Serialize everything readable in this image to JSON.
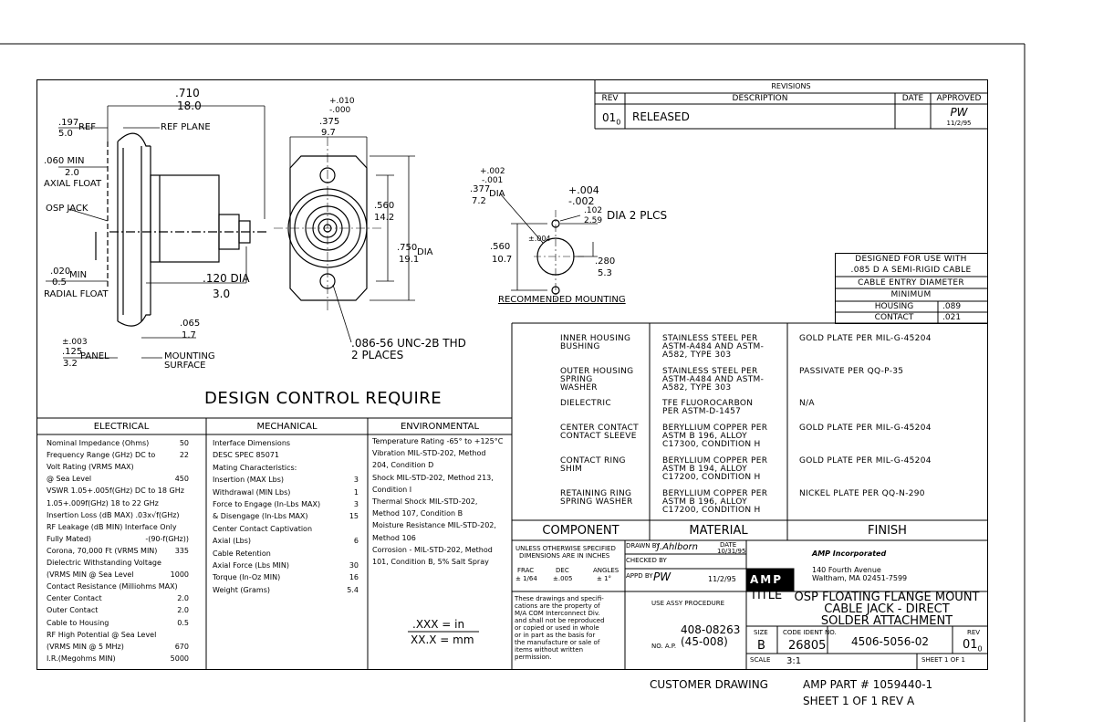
{
  "revisions": {
    "title": "REVISIONS",
    "col_rev": "REV",
    "col_desc": "DESCRIPTION",
    "col_date": "DATE",
    "col_approved": "APPROVED",
    "rev": "01",
    "rev_sub": "0",
    "desc": "RELEASED",
    "approved_sig": "PW",
    "approved_date": "11/2/95"
  },
  "dims": {
    "d710": ".710",
    "d18": "18.0",
    "d197": ".197",
    "d5": "5.0",
    "ref": "REF",
    "ref_plane": "REF PLANE",
    "d060": ".060 MIN",
    "d2": "2.0",
    "axial": "AXIAL FLOAT",
    "osp_jack": "OSP JACK",
    "d020": ".020",
    "min": "MIN",
    "d05": "0.5",
    "radial": "RADIAL FLOAT",
    "d120": ".120 DIA",
    "d30": "3.0",
    "d065": ".065",
    "d17": "1.7",
    "d003": "±.003",
    "d125": ".125",
    "panel": "PANEL",
    "d32": "3.2",
    "mounting": "MOUNTING",
    "surface": "SURFACE",
    "tol_plus": "+.010",
    "tol_minus": "-.000",
    "d375": ".375",
    "d97": "9.7",
    "d560": ".560",
    "d142": "14.2",
    "d750": ".750",
    "dia": "DIA",
    "d191": "19.1",
    "thread1": ".086-56 UNC-2B THD",
    "thread2": "2 PLACES",
    "rm_tol1": "+.002",
    "rm_tol2": "-.001",
    "rm377": ".377",
    "rm_dia": "DIA",
    "rm72": "7.2",
    "rm_tol3": "+.004",
    "rm_tol4": "-.002",
    "rm102": ".102",
    "rm259": "2.59",
    "rm_dia2": "DIA 2 PLCS",
    "rm004": "±.004",
    "rm560": ".560",
    "rm107": "10.7",
    "rm280": ".280",
    "rm53": "5.3",
    "rec_mount": "RECOMMENDED MOUNTING"
  },
  "design_title": "DESIGN  CONTROL  REQUIRE",
  "designed_for": {
    "line1": "DESIGNED FOR USE WITH",
    "line2": ".085 D A SEMI-RIGID CABLE",
    "line3": "CABLE ENTRY DIAMETER",
    "line4": "MINIMUM",
    "housing": "HOUSING",
    "housing_val": ".089",
    "contact": "CONTACT",
    "contact_val": ".021"
  },
  "materials": [
    {
      "component": [
        "INNER HOUSING",
        "BUSHING"
      ],
      "material": [
        "STAINLESS STEEL PER",
        "ASTM-A484 AND ASTM-",
        "A582, TYPE 303"
      ],
      "finish": "GOLD PLATE PER MIL-G-45204"
    },
    {
      "component": [
        "OUTER HOUSING",
        "SPRING",
        "WASHER"
      ],
      "material": [
        "STAINLESS STEEL PER",
        "ASTM-A484 AND ASTM-",
        "A582, TYPE 303"
      ],
      "finish": "PASSIVATE PER QQ-P-35"
    },
    {
      "component": [
        "DIELECTRIC"
      ],
      "material": [
        "TFE FLUOROCARBON",
        "PER ASTM-D-1457"
      ],
      "finish": "N/A"
    },
    {
      "component": [
        "CENTER CONTACT",
        "CONTACT SLEEVE"
      ],
      "material": [
        "BERYLLIUM COPPER PER",
        "ASTM B 196, ALLOY",
        "C17300, CONDITION H"
      ],
      "finish": "GOLD PLATE PER MIL-G-45204"
    },
    {
      "component": [
        "CONTACT RING",
        "SHIM"
      ],
      "material": [
        "BERYLLIUM COPPER PER",
        "ASTM B 194, ALLOY",
        "C17200, CONDITION H"
      ],
      "finish": "GOLD PLATE PER MIL-G-45204"
    },
    {
      "component": [
        "RETAINING RING",
        "SPRING WASHER"
      ],
      "material": [
        "BERYLLIUM COPPER PER",
        "ASTM B 196, ALLOY",
        "C17200, CONDITION H"
      ],
      "finish": "NICKEL PLATE PER QQ-N-290"
    }
  ],
  "mat_headers": {
    "component": "COMPONENT",
    "material": "MATERIAL",
    "finish": "FINISH"
  },
  "electrical": {
    "title": "ELECTRICAL",
    "rows": [
      [
        "Nominal Impedance (Ohms)",
        "50"
      ],
      [
        "Frequency Range (GHz) DC to",
        "22"
      ],
      [
        "Volt Rating (VRMS MAX)",
        ""
      ],
      [
        "   @ Sea Level",
        "450"
      ],
      [
        "VSWR 1.05+.005f(GHz) DC to 18 GHz",
        ""
      ],
      [
        "   1.05+.009f(GHz) 18 to 22 GHz",
        ""
      ],
      [
        "Insertion Loss (dB MAX) .03x√f(GHz)",
        ""
      ],
      [
        "RF Leakage (dB MIN) Interface Only",
        ""
      ],
      [
        "   Fully Mated)",
        "-(90-f(GHz))"
      ],
      [
        "Corona, 70,000 Ft (VRMS MIN)",
        "335"
      ],
      [
        "Dielectric Withstanding Voltage",
        ""
      ],
      [
        "   (VRMS MIN @ Sea Level",
        "1000"
      ],
      [
        "Contact Resistance (Milliohms MAX)",
        ""
      ],
      [
        "   Center Contact",
        "2.0"
      ],
      [
        "   Outer Contact",
        "2.0"
      ],
      [
        "   Cable to Housing",
        "0.5"
      ],
      [
        "RF High Potential @ Sea Level",
        ""
      ],
      [
        "   (VRMS MIN @ 5 MHz)",
        "670"
      ],
      [
        "I.R.(Megohms MIN)",
        "5000"
      ]
    ]
  },
  "mechanical": {
    "title": "MECHANICAL",
    "rows": [
      [
        "Interface Dimensions",
        ""
      ],
      [
        "   DESC SPEC 85071",
        ""
      ],
      [
        "Mating Characteristics:",
        ""
      ],
      [
        "   Insertion (MAX Lbs)",
        "3"
      ],
      [
        "   Withdrawal (MIN Lbs)",
        "1"
      ],
      [
        "Force to Engage (In-Lbs MAX)",
        "3"
      ],
      [
        "   & Disengage (In-Lbs MAX)",
        "15"
      ],
      [
        "Center Contact Captivation",
        ""
      ],
      [
        "   Axial (Lbs)",
        "6"
      ],
      [
        "Cable Retention",
        ""
      ],
      [
        "   Axial Force (Lbs MIN)",
        "30"
      ],
      [
        "   Torque (In-Oz MIN)",
        "16"
      ],
      [
        "Weight (Grams)",
        "5.4"
      ]
    ]
  },
  "environmental": {
    "title": "ENVIRONMENTAL",
    "rows": [
      "Temperature Rating -65° to +125°C",
      "Vibration MIL-STD-202, Method",
      "   204, Condition D",
      "Shock MIL-STD-202, Method 213,",
      "   Condition I",
      "Thermal Shock MIL-STD-202,",
      "   Method 107, Condition B",
      "Moisture Resistance MIL-STD-202,",
      "   Method 106",
      "Corrosion - MIL-STD-202, Method",
      "   101, Condition B, 5% Salt Spray"
    ]
  },
  "units": {
    "in": ".XXX  =  in",
    "mm": "XX.X  =  mm"
  },
  "title_block": {
    "unless1": "UNLESS OTHERWISE SPECIFIED",
    "unless2": "DIMENSIONS ARE IN INCHES",
    "frac": "FRAC",
    "frac_v": "± 1/64",
    "dec": "DEC",
    "dec_v": "±.005",
    "angles": "ANGLES",
    "angles_v": "± 1°",
    "drawn_by": "DRAWN BY",
    "drawn_sig": "J.Ahlborn",
    "date_lbl": "DATE",
    "drawn_date": "10/31/95",
    "checked_by": "CHECKED BY",
    "appd_by": "APPD BY",
    "appd_sig": "PW",
    "appd_date": "11/2/95",
    "company": "AMP Incorporated",
    "addr1": "140 Fourth Avenue",
    "addr2": "Waltham, MA 02451-7599",
    "logo": "AMP",
    "title_lbl": "TITLE",
    "title1": "OSP FLOATING FLANGE MOUNT",
    "title2": "CABLE JACK - DIRECT",
    "title3": "SOLDER ATTACHMENT",
    "disclaimer": [
      "These drawings and specifi-",
      "cations are the property of",
      "M/A COM Interconnect Div.",
      "and shall not be reproduced",
      "or copied or used in whole",
      "or in part as the basis for",
      "the manufacture or sale of",
      "items without written",
      "permission."
    ],
    "use_assy": "USE ASSY PROCEDURE",
    "proc1": "408-08263",
    "proc2": "(45-008)",
    "no_ap": "NO. A.P.",
    "size_lbl": "SIZE",
    "size": "B",
    "code_lbl": "CODE IDENT NO.",
    "code": "26805",
    "dwg": "4506-5056-02",
    "rev_lbl": "REV",
    "rev": "01",
    "rev_sub": "0",
    "scale_lbl": "SCALE",
    "scale": "3:1",
    "sheet": "SHEET  1  OF  1"
  },
  "footer": {
    "customer": "CUSTOMER DRAWING",
    "part": "AMP PART # 1059440-1",
    "sheet": "SHEET 1 OF 1  REV A"
  }
}
